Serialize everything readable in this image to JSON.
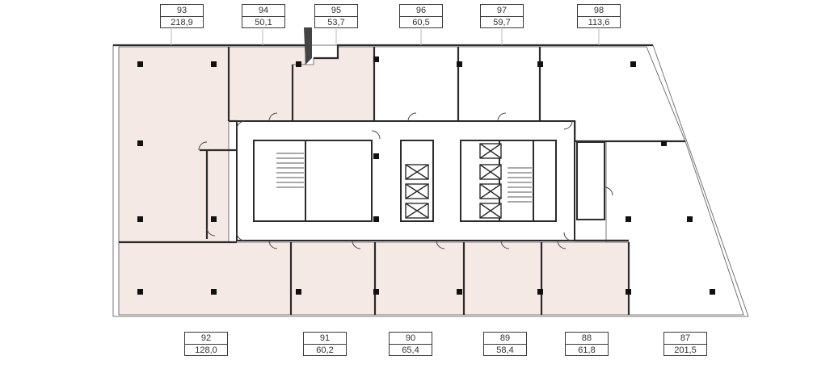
{
  "colors": {
    "leased_fill": "#f5e9e5",
    "available_fill": "#ffffff",
    "wall": "#2b2b2b",
    "thin_line": "#555555"
  },
  "units": [
    {
      "number": "93",
      "area": "218,9",
      "status": "leased"
    },
    {
      "number": "94",
      "area": "50,1",
      "status": "leased"
    },
    {
      "number": "95",
      "area": "53,7",
      "status": "leased"
    },
    {
      "number": "96",
      "area": "60,5",
      "status": "available"
    },
    {
      "number": "97",
      "area": "59,7",
      "status": "available"
    },
    {
      "number": "98",
      "area": "113,6",
      "status": "available"
    },
    {
      "number": "92",
      "area": "128,0",
      "status": "leased"
    },
    {
      "number": "91",
      "area": "60,2",
      "status": "leased"
    },
    {
      "number": "90",
      "area": "65,4",
      "status": "leased"
    },
    {
      "number": "89",
      "area": "58,4",
      "status": "leased"
    },
    {
      "number": "88",
      "area": "61,8",
      "status": "leased"
    },
    {
      "number": "87",
      "area": "201,5",
      "status": "available"
    }
  ]
}
